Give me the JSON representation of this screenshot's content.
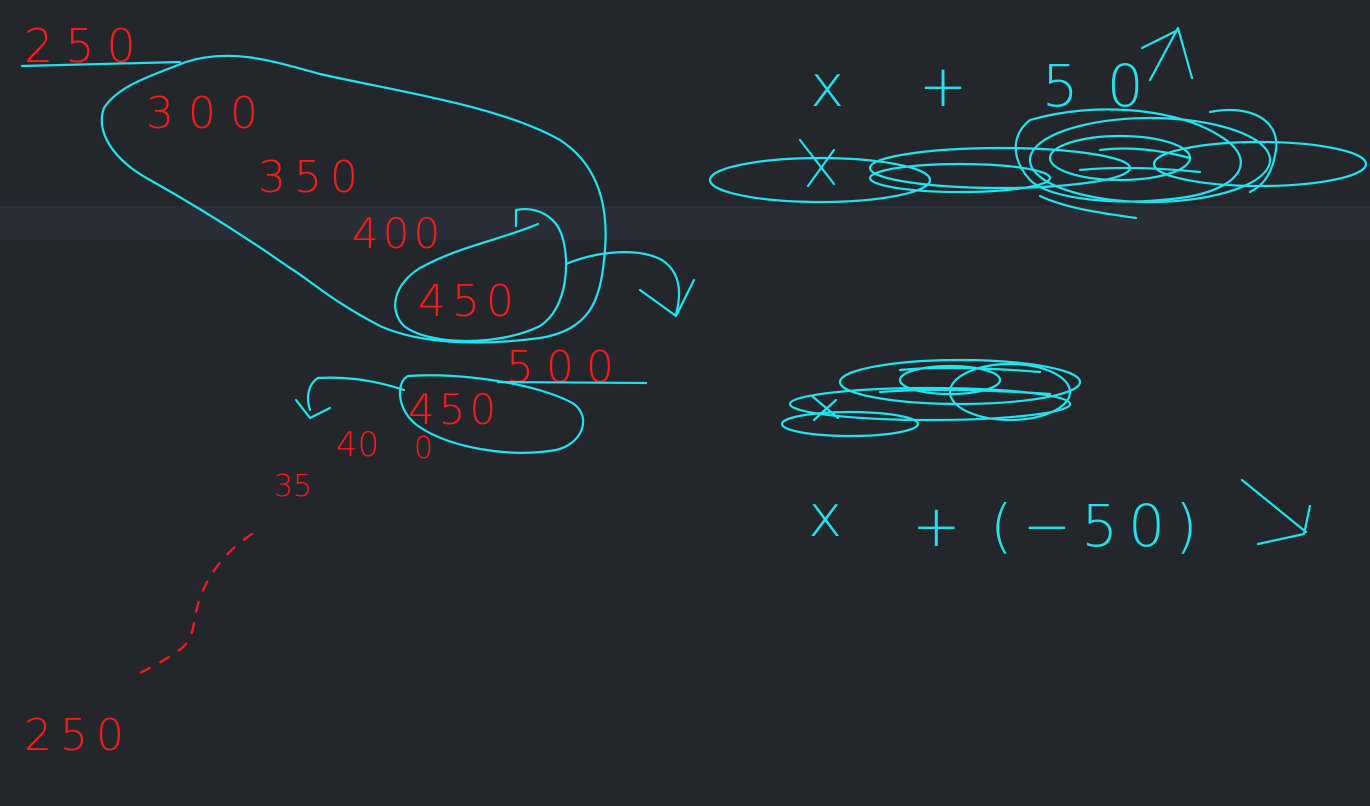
{
  "canvas": {
    "background": "#23272c",
    "band_color": "#292d35",
    "ink_red": "#ff1a1a",
    "ink_cyan": "#21e3ef"
  },
  "numbers": {
    "n250_top": "250",
    "n300": "300",
    "n350": "350",
    "n400": "400",
    "n450": "450",
    "n500": "500",
    "n450_b": "450",
    "n400_b": "40",
    "n400_b_zero": "0",
    "n350_b": "35",
    "n250_bottom": "250"
  },
  "equations": {
    "top": "x + 50",
    "bottom_x": "x",
    "bottom_plus": "+",
    "bottom_paren": "(−50)"
  },
  "icons": {
    "up_arrow": "arrow-up-icon",
    "down_arrow": "arrow-down-right-icon",
    "curved_arrow": "curved-arrow-icon"
  }
}
